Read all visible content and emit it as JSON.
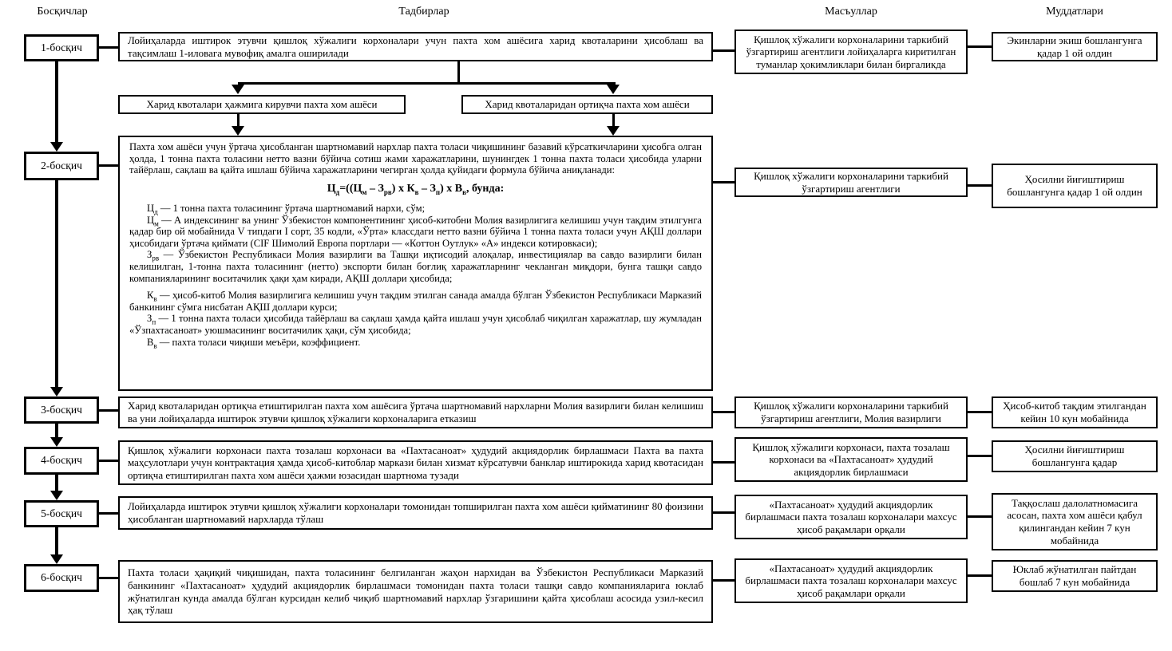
{
  "headers": {
    "stages": "Босқичлар",
    "activities": "Тадбирлар",
    "responsibles": "Масъуллар",
    "deadlines": "Муддатлари"
  },
  "branches": {
    "left": "Харид квоталари ҳажмига кирувчи пахта хом ашёси",
    "right": "Харид квоталаридан ортиқча пахта хом ашёси"
  },
  "rows": [
    {
      "stage": "1-босқич",
      "activity": "Лойиҳаларда иштирок этувчи қишлоқ хўжалиги корхоналари учун пахта хом ашёсига харид квоталарини ҳисоблаш ва тақсимлаш 1-иловага мувофиқ амалга оширилади",
      "responsible": "Қишлоқ хўжалиги корхоналарини таркибий ўзгартириш агентлиги лойиҳаларга киритилган туманлар ҳокимликлари билан биргаликда",
      "deadline": "Экинларни экиш бошлангунга қадар 1 ой олдин"
    },
    {
      "stage": "2-босқич",
      "activity_intro": "Пахта хом ашёси учун ўртача ҳисобланган шартномавий нархлар пахта толаси чиқишининг базавий кўрсаткичларини ҳисобга олган ҳолда, 1 тонна пахта толасини нетто вазни бўйича сотиш жами харажатларини, шунингдек 1 тонна пахта толаси ҳисобида уларни тайёрлаш, сақлаш ва қайта ишлаш бўйича харажатларини чегирган ҳолда қуйидаги формула бўйича аниқланади:",
      "formula": [
        {
          "t": "Ц",
          "s": "д"
        },
        {
          "t": "=(("
        },
        {
          "t": "Ц",
          "s": "м"
        },
        {
          "t": " – "
        },
        {
          "t": "З",
          "s": "рв"
        },
        {
          "t": ") х "
        },
        {
          "t": "К",
          "s": "в"
        },
        {
          "t": " – "
        },
        {
          "t": "З",
          "s": "п"
        },
        {
          "t": ") х "
        },
        {
          "t": "В",
          "s": "в"
        },
        {
          "t": ", бунда:"
        }
      ],
      "definitions": [
        {
          "term": "Ц",
          "sub": "д",
          "text": " — 1 тонна пахта толасининг ўртача шартномавий нархи, сўм;"
        },
        {
          "term": "Ц",
          "sub": "м",
          "text": " — А индексининг ва унинг Ўзбекистон компонентининг ҳисоб-китобни Молия вазирлигига келишиш учун тақдим этилгунга қадар бир ой мобайнида V типдаги I сорт, 35 кодли, «Ўрта» классдаги нетто вазни бўйича 1 тонна пахта толаси учун АҚШ доллари ҳисобидаги ўртача қиймати (CIF Шимолий Европа портлари — «Коттон Оутлук» «А» индекси котировкаси);"
        },
        {
          "term": "З",
          "sub": "рв",
          "text": " — Ўзбекистон Республикаси Молия вазирлиги ва Ташқи иқтисодий алоқалар, инвестициялар ва савдо вазирлиги билан келишилган, 1-тонна пахта толасининг (нетто) экспорти билан боғлиқ харажатларнинг чекланган миқдори, бунга ташқи савдо компанияларининг воситачилик ҳақи ҳам киради, АҚШ доллари ҳисобида;"
        },
        {
          "term": "К",
          "sub": "в",
          "text": " — ҳисоб-китоб Молия вазирлигига келишиш учун тақдим этилган санада амалда бўлган Ўзбекистон Республикаси Марказий банкининг сўмга нисбатан АҚШ доллари курси;"
        },
        {
          "term": "З",
          "sub": "п",
          "text": " — 1 тонна пахта толаси ҳисобида тайёрлаш ва сақлаш ҳамда қайта ишлаш учун ҳисоблаб чиқилган харажатлар, шу жумладан «Ўзпахтасаноат» уюшмасининг воситачилик ҳақи, сўм ҳисобида;"
        },
        {
          "term": "В",
          "sub": "в",
          "text": " — пахта толаси чиқиши меъёри, коэффициент."
        }
      ],
      "responsible": "Қишлоқ хўжалиги корхоналарини таркибий ўзгартириш агентлиги",
      "deadline": "Ҳосилни йиғиштириш бошлангунга қадар 1 ой олдин"
    },
    {
      "stage": "3-босқич",
      "activity": "Харид квоталаридан ортиқча етиштирилган пахта хом ашёсига ўртача шартномавий нархларни Молия вазирлиги билан келишиш ва уни лойиҳаларда иштирок этувчи қишлоқ хўжалиги корхоналарига етказиш",
      "responsible": "Қишлоқ хўжалиги корхоналарини таркибий ўзгартириш агентлиги, Молия вазирлиги",
      "deadline": "Ҳисоб-китоб тақдим этилгандан кейин 10 кун мобайнида"
    },
    {
      "stage": "4-босқич",
      "activity": "Қишлоқ хўжалиги корхонаси пахта тозалаш корхонаси ва «Пахтасаноат» ҳудудий акциядорлик бирлашмаси Пахта ва пахта маҳсулотлари учун контрактация ҳамда ҳисоб-китоблар маркази билан хизмат кўрсатувчи банклар иштирокида харид квотасидан ортиқча етиштирилган пахта хом ашёси ҳажми юзасидан шартнома тузади",
      "responsible": "Қишлоқ хўжалиги корхонаси, пахта тозалаш корхонаси ва «Пахтасаноат» ҳудудий акциядорлик бирлашмаси",
      "deadline": "Ҳосилни йиғиштириш бошлангунга қадар"
    },
    {
      "stage": "5-босқич",
      "activity": "Лойиҳаларда иштирок этувчи қишлоқ хўжалиги корхоналари томонидан топширилган пахта хом ашёси қийматининг 80 фоизини ҳисобланган шартномавий нархларда тўлаш",
      "responsible": "«Пахтасаноат» ҳудудий акциядорлик бирлашмаси пахта тозалаш корхоналари махсус ҳисоб рақамлари орқали",
      "deadline": "Таққослаш далолатномасига асосан, пахта хом ашёси қабул қилингандан кейин 7 кун мобайнида"
    },
    {
      "stage": "6-босқич",
      "activity": "Пахта толаси ҳақиқий чиқишидан, пахта толасининг белгиланган жаҳон нархидан  ва Ўзбекистон Республикаси Марказий банкининг «Пахтасаноат» ҳудудий акциядорлик бирлашмаси томонидан пахта толаси ташқи савдо компанияларига юклаб жўнатилган кунда амалда бўлган курсидан келиб чиқиб шартномавий нархлар ўзгаришини қайта ҳисоблаш асосида узил-кесил ҳақ тўлаш",
      "responsible": "«Пахтасаноат» ҳудудий акциядорлик бирлашмаси пахта тозалаш корхоналари махсус ҳисоб рақамлари орқали",
      "deadline": "Юклаб жўнатилган пайтдан бошлаб 7 кун мобайнида"
    }
  ],
  "colors": {
    "line": "#000000",
    "background": "#ffffff"
  }
}
